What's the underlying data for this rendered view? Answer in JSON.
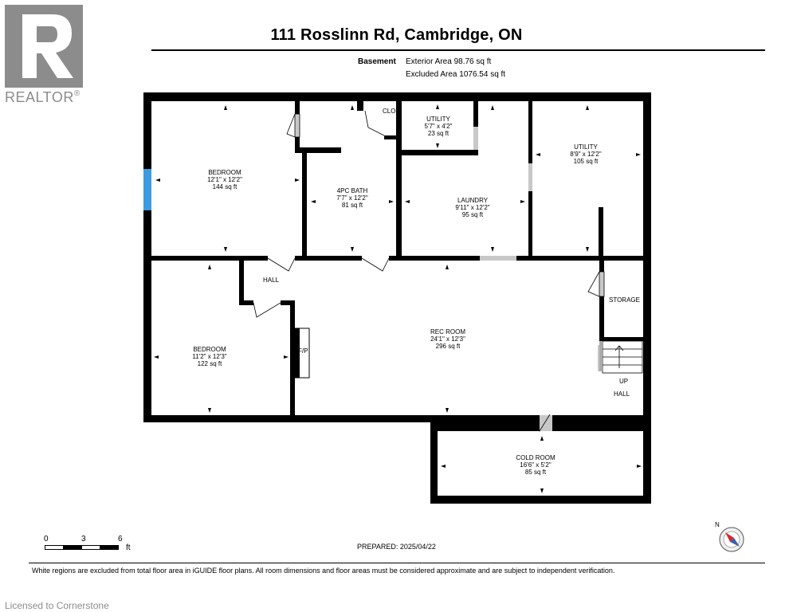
{
  "header": {
    "title": "111 Rosslinn Rd, Cambridge, ON",
    "level_label": "Basement",
    "exterior_area": "Exterior Area 98.76 sq ft",
    "excluded_area": "Excluded Area 1076.54 sq ft"
  },
  "brand": {
    "realtor_text": "REALTOR",
    "registered_mark": "®",
    "logo_color": "#8c8c8c"
  },
  "rooms": {
    "bedroom1": {
      "name": "BEDROOM",
      "dims": "12'1\" x 12'2\"",
      "area": "144 sq ft"
    },
    "bath": {
      "name": "4PC BATH",
      "dims": "7'7\" x 12'2\"",
      "area": "81 sq ft"
    },
    "clo": {
      "name": "CLO"
    },
    "utility_small": {
      "name": "UTILITY",
      "dims": "5'7\" x 4'2\"",
      "area": "23 sq ft"
    },
    "utility_large": {
      "name": "UTILITY",
      "dims": "8'9\" x 12'2\"",
      "area": "105 sq ft"
    },
    "laundry": {
      "name": "LAUNDRY",
      "dims": "9'11\" x 12'2\"",
      "area": "95 sq ft"
    },
    "hall1": {
      "name": "HALL"
    },
    "bedroom2": {
      "name": "BEDROOM",
      "dims": "11'2\" x 12'3\"",
      "area": "122 sq ft"
    },
    "fp": {
      "name": "F/P"
    },
    "rec": {
      "name": "REC ROOM",
      "dims": "24'1\" x 12'3\"",
      "area": "296 sq ft"
    },
    "storage": {
      "name": "STORAGE"
    },
    "up": {
      "name": "UP"
    },
    "hall2": {
      "name": "HALL"
    },
    "cold": {
      "name": "COLD ROOM",
      "dims": "16'6\" x 5'2\"",
      "area": "85 sq ft"
    }
  },
  "scale": {
    "labels": [
      "0",
      "3",
      "6"
    ],
    "unit": "ft"
  },
  "compass": {
    "north": "N"
  },
  "prepared": "PREPARED: 2025/04/22",
  "footer": {
    "note": "White regions are excluded from total floor area in iGUIDE floor plans. All room dimensions and floor areas must be considered approximate and are subject to independent verification.",
    "licensed": "Licensed to Cornerstone"
  },
  "colors": {
    "wall": "#000000",
    "window": "#3d9be0",
    "door": "#c8c8c8"
  }
}
